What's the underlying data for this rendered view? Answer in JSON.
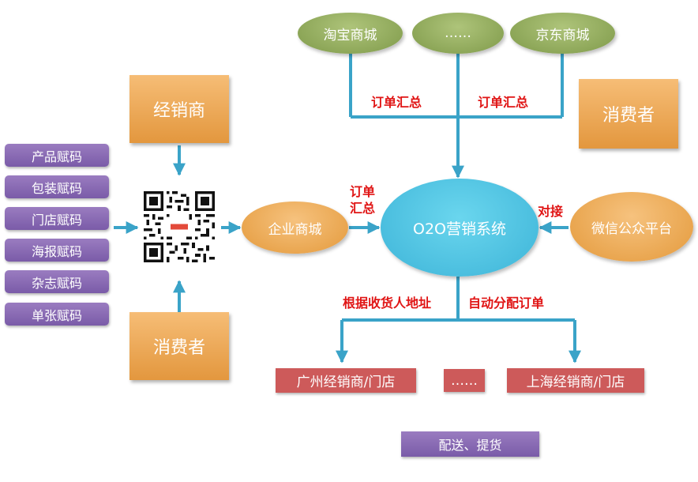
{
  "malls": {
    "taobao": "淘宝商城",
    "ellipsis": "……",
    "jingdong": "京东商城"
  },
  "labels": {
    "order_sum_left": "订单汇总",
    "order_sum_right": "订单汇总",
    "order_sum_mid_1": "订单",
    "order_sum_mid_2": "汇总",
    "dock": "对接",
    "by_address": "根据收货人地址",
    "auto_assign": "自动分配订单"
  },
  "consumer_top_right": "消费者",
  "distributor": "经销商",
  "consumer_bottom": "消费者",
  "code_list": [
    "产品赋码",
    "包装赋码",
    "门店赋码",
    "海报赋码",
    "杂志赋码",
    "单张赋码"
  ],
  "enterprise_mall": "企业商城",
  "o2o_system": "O2O营销系统",
  "wechat_platform": "微信公众平台",
  "stores": {
    "guangzhou": "广州经销商/门店",
    "ellipsis": "……",
    "shanghai": "上海经销商/门店"
  },
  "delivery": "配送、提货",
  "colors": {
    "arrow": "#3aa3c8",
    "label": "#e01515",
    "orange": "#e99f45",
    "purple": "#8566b1",
    "green": "#8ca55a",
    "blue": "#45bfe0",
    "red": "#cd5a5a"
  }
}
